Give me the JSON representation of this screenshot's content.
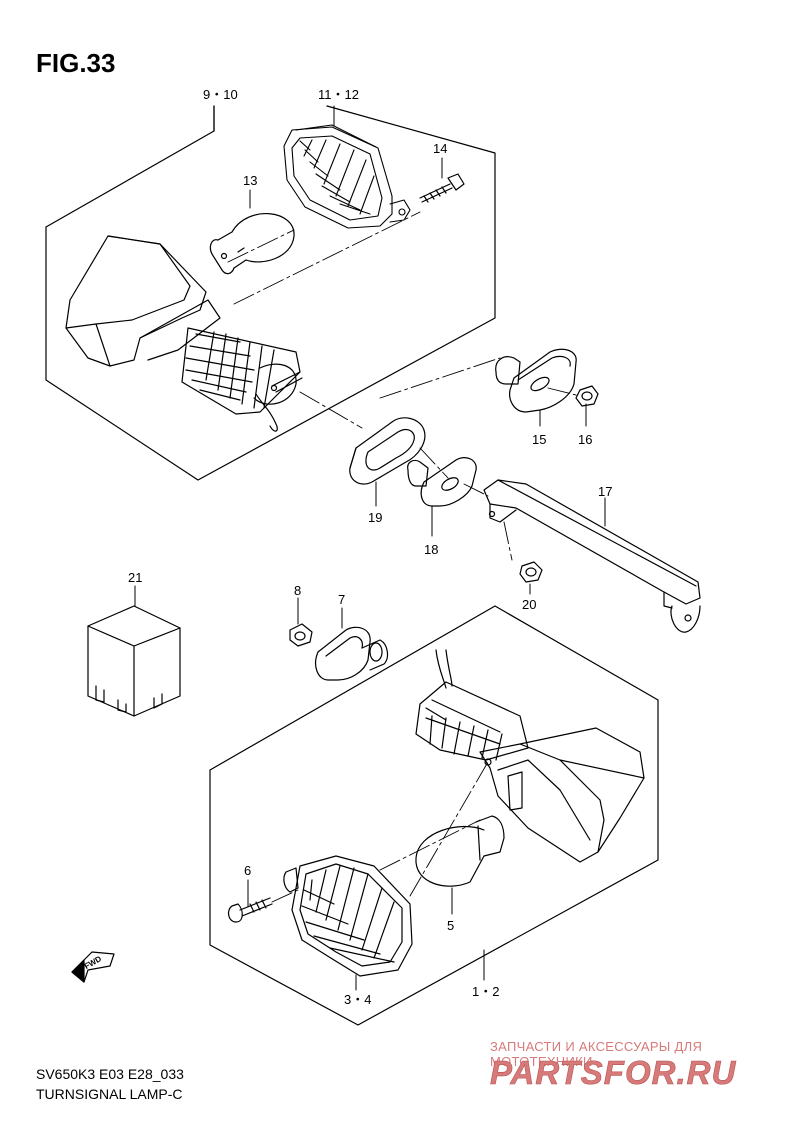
{
  "figure": {
    "title": "FIG.33",
    "model_code": "SV650K3 E03 E28_033",
    "caption": "TURNSIGNAL LAMP-C"
  },
  "callouts": {
    "c9_10": "9・10",
    "c11_12": "11・12",
    "c13": "13",
    "c14": "14",
    "c15": "15",
    "c16": "16",
    "c17": "17",
    "c18": "18",
    "c19": "19",
    "c20": "20",
    "c21": "21",
    "c8": "8",
    "c7": "7",
    "c6": "6",
    "c5": "5",
    "c3_4": "3・4",
    "c1_2": "1・2"
  },
  "direction_marker": "FWD",
  "watermark": {
    "tagline": "ЗАПЧАСТИ И АКСЕССУАРЫ ДЛЯ МОТОТЕХНИКИ",
    "brand": "PARTSFOR.RU"
  },
  "colors": {
    "ink": "#000000",
    "watermark": "#d77a7a",
    "background": "#ffffff"
  }
}
